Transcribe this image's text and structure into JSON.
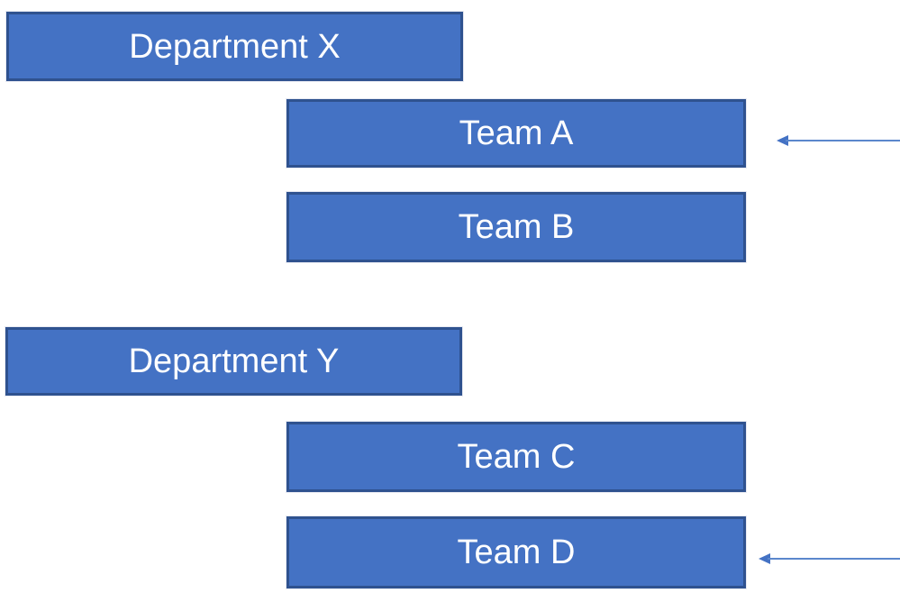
{
  "diagram": {
    "boxes": {
      "dept_x": "Department X",
      "team_a": "Team A",
      "team_b": "Team B",
      "dept_y": "Department Y",
      "team_c": "Team C",
      "team_d": "Team D"
    },
    "groups": [
      {
        "department": "Department X",
        "teams": [
          "Team A",
          "Team B"
        ]
      },
      {
        "department": "Department Y",
        "teams": [
          "Team C",
          "Team D"
        ]
      }
    ],
    "arrows": [
      {
        "points_to": "Team A",
        "direction": "left",
        "from": "right-edge"
      },
      {
        "points_to": "Team D",
        "direction": "left",
        "from": "right-edge"
      }
    ],
    "colors": {
      "box_fill": "#4472C4",
      "box_border": "#2F528F",
      "arrow_line": "#5b87cc",
      "arrow_head": "#4472C4",
      "label_text": "#FFFFFF",
      "background": "#FFFFFF"
    }
  }
}
